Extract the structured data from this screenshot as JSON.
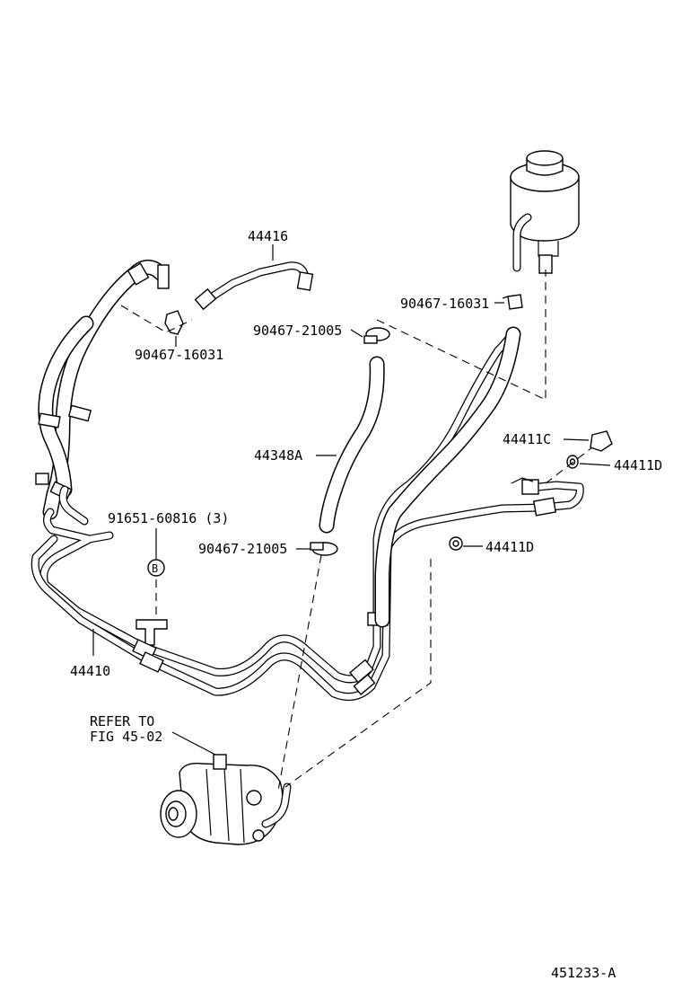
{
  "labels": {
    "p44416": "44416",
    "p90467_16031_left": "90467-16031",
    "p90467_16031_right": "90467-16031",
    "p90467_21005_top": "90467-21005",
    "p44348A": "44348A",
    "p44411C": "44411C",
    "p44411D_top": "44411D",
    "p44411D_bottom": "44411D",
    "p91651": "91651-60816 (3)",
    "circle_b": "B",
    "p90467_21005_bottom": "90467-21005",
    "p44410": "44410",
    "refer_line1": "REFER TO",
    "refer_line2": "FIG 45-02",
    "figure_id": "451233-A"
  }
}
